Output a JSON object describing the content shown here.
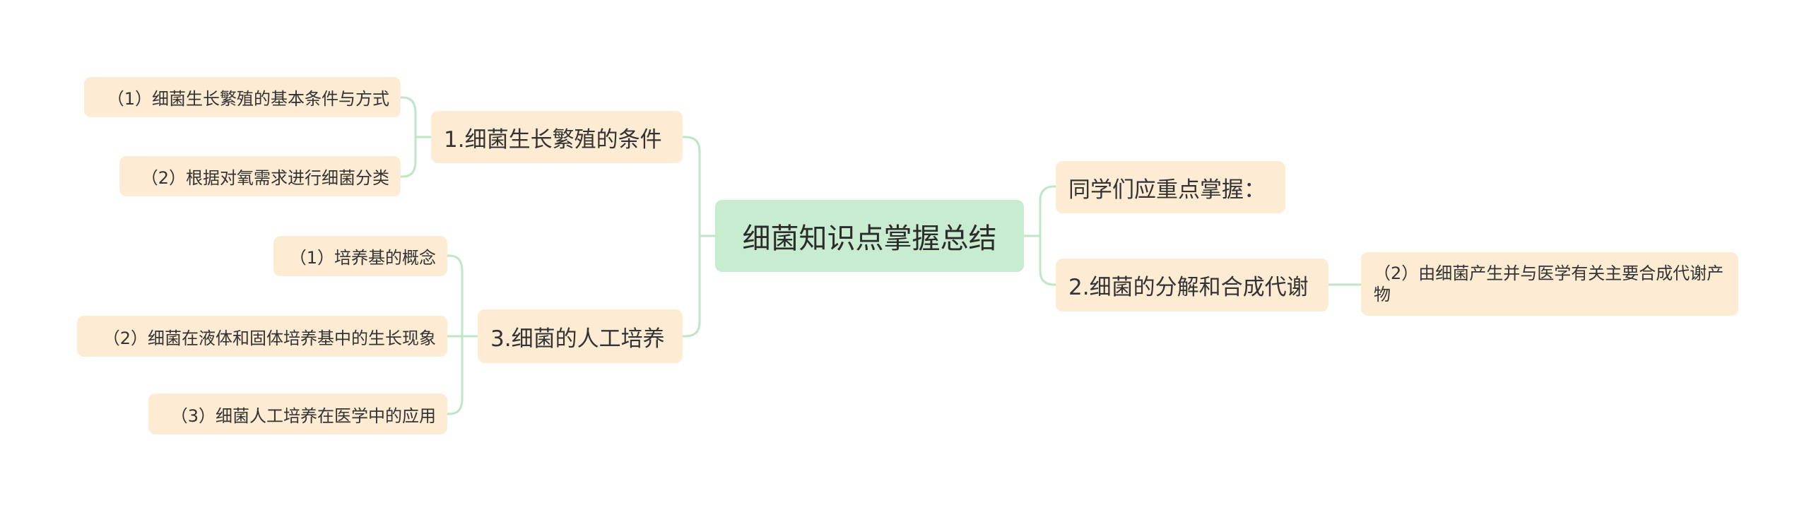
{
  "root": {
    "label": "细菌知识点掌握总结"
  },
  "left": [
    {
      "label": "1.细菌生长繁殖的条件",
      "children": [
        {
          "label": "（1）细菌生长繁殖的基本条件与方式"
        },
        {
          "label": "（2）根据对氧需求进行细菌分类"
        }
      ]
    },
    {
      "label": "3.细菌的人工培养",
      "children": [
        {
          "label": "（1）培养基的概念"
        },
        {
          "label": "（2）细菌在液体和固体培养基中的生长现象"
        },
        {
          "label": "（3）细菌人工培养在医学中的应用"
        }
      ]
    }
  ],
  "right": [
    {
      "label": "同学们应重点掌握：",
      "children": []
    },
    {
      "label": "2.细菌的分解和合成代谢",
      "children": [
        {
          "label": "（2）由细菌产生并与医学有关主要合成代谢产物"
        }
      ]
    }
  ],
  "colors": {
    "root_fill": "#c8ecd0",
    "node_fill": "#fdebd3",
    "connector": "#bfe6c6",
    "text": "#333333"
  }
}
